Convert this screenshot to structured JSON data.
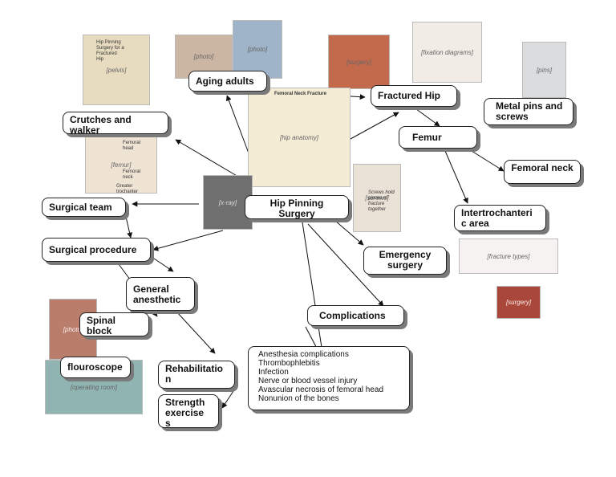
{
  "nodes": {
    "center": "Hip Pinning Surgery",
    "aging_adults": "Aging adults",
    "fractured_hip": "Fractured Hip",
    "metal_pins": "Metal pins and screws",
    "femur": "Femur",
    "femoral_neck": "Femoral neck",
    "intertrochanteric": "Intertrochanteri c area",
    "crutches": "Crutches and walker",
    "surgical_team": "Surgical team",
    "surgical_procedure": "Surgical procedure",
    "emergency": "Emergency surgery",
    "general_anesthetic": "General anesthetic",
    "spinal_block": "Spinal block",
    "complications": "Complications",
    "flouroscope": "flouroscope",
    "rehabilitation": "Rehabilitatio n",
    "strength": "Strength exercise s"
  },
  "complications_list": [
    "Anesthesia complications",
    "Thrombophlebitis",
    "Infection",
    "Nerve or blood vessel injury",
    "Avascular necrosis of femoral head",
    "Nonunion of the bones"
  ],
  "image_labels": {
    "pelvis_caption": "Hip Pinning Surgery for a Fractured Hip",
    "xray_caption": "Femoral Neck Fracture",
    "femur_head": "Femoral head",
    "femur_neck": "Femoral neck",
    "greater_trochanter": "Greater trochanter",
    "screws_caption": "Screws hold pieces of fracture together"
  },
  "colors": {
    "node_border": "#222222",
    "node_shadow": "#7a7a7a",
    "line": "#111111"
  }
}
